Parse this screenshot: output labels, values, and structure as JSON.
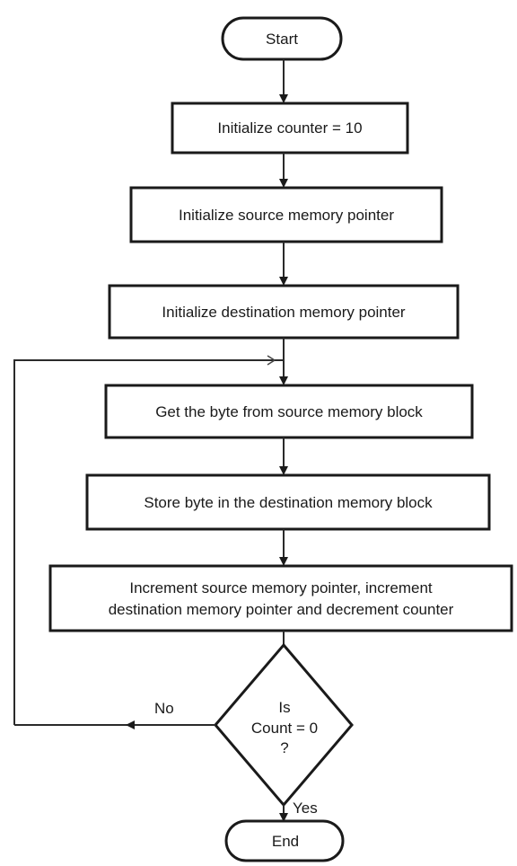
{
  "flowchart": {
    "start": "Start",
    "init_counter": "Initialize counter = 10",
    "init_source": "Initialize source memory pointer",
    "init_dest": "Initialize destination memory pointer",
    "get_byte": "Get the byte from source memory block",
    "store_byte": "Store byte in the destination memory block",
    "increment_line1": "Increment source memory pointer, increment",
    "increment_line2": "destination memory pointer and decrement counter",
    "decision_line1": "Is",
    "decision_line2": "Count = 0",
    "decision_line3": "?",
    "no_label": "No",
    "yes_label": "Yes",
    "end": "End"
  }
}
